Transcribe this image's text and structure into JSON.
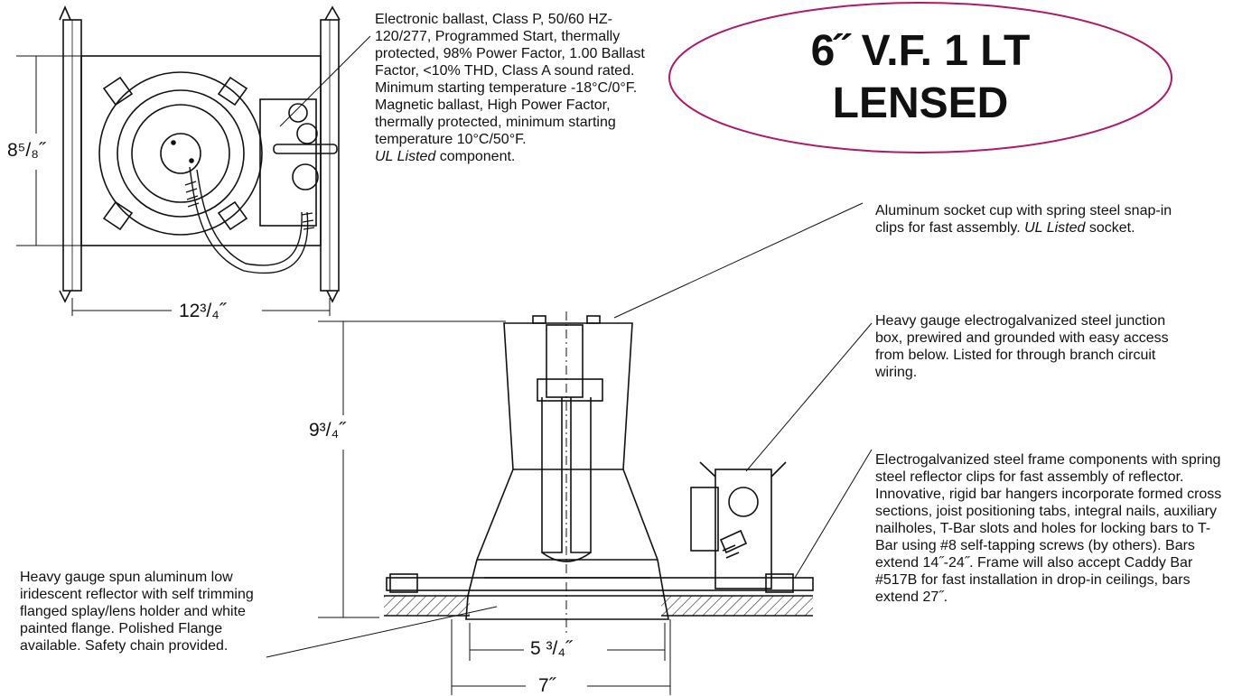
{
  "title": {
    "line1": "6˝ V.F. 1 LT",
    "line2": "LENSED",
    "border_color": "#b0186a"
  },
  "dimensions": {
    "top_height": "8⁵/₈˝",
    "top_width": "12³/₄˝",
    "side_height": "9³/₄˝",
    "aperture": "5 ³/₄˝",
    "overall": "7˝"
  },
  "notes": {
    "ballast": {
      "text": "Electronic ballast, Class P, 50/60 HZ-120/277, Programmed Start, thermally protected, 98% Power Factor, 1.00 Ballast Factor, <10% THD, Class A sound rated. Minimum starting temperature -18°C/0°F.",
      "text2": "Magnetic ballast, High Power Factor, thermally protected, minimum starting temperature 10°C/50°F.",
      "italic": "UL Listed",
      "suffix": " component."
    },
    "socket": {
      "text": "Aluminum socket cup with spring steel snap-in clips for fast assembly. ",
      "italic": "UL Listed",
      "suffix": " socket."
    },
    "junction": {
      "text": "Heavy gauge electrogalvanized steel junction box, prewired and grounded with easy access from below. Listed for through branch circuit wiring."
    },
    "frame": {
      "text": "Electrogalvanized steel frame components with spring steel reflector clips for fast assembly of reflector. Innovative, rigid bar hangers incorporate formed cross sections, joist positioning tabs, integral nails, auxiliary nailholes, T-Bar slots and holes for locking bars to T-Bar using #8 self-tapping screws (by others). Bars extend 14˝-24˝. Frame will also accept Caddy Bar #517B for fast installation in drop-in ceilings, bars extend 27˝."
    },
    "reflector": {
      "text": "Heavy gauge spun aluminum low iridescent reflector with self trimming flanged splay/lens holder and white painted flange. Polished Flange available. Safety chain provided."
    }
  }
}
